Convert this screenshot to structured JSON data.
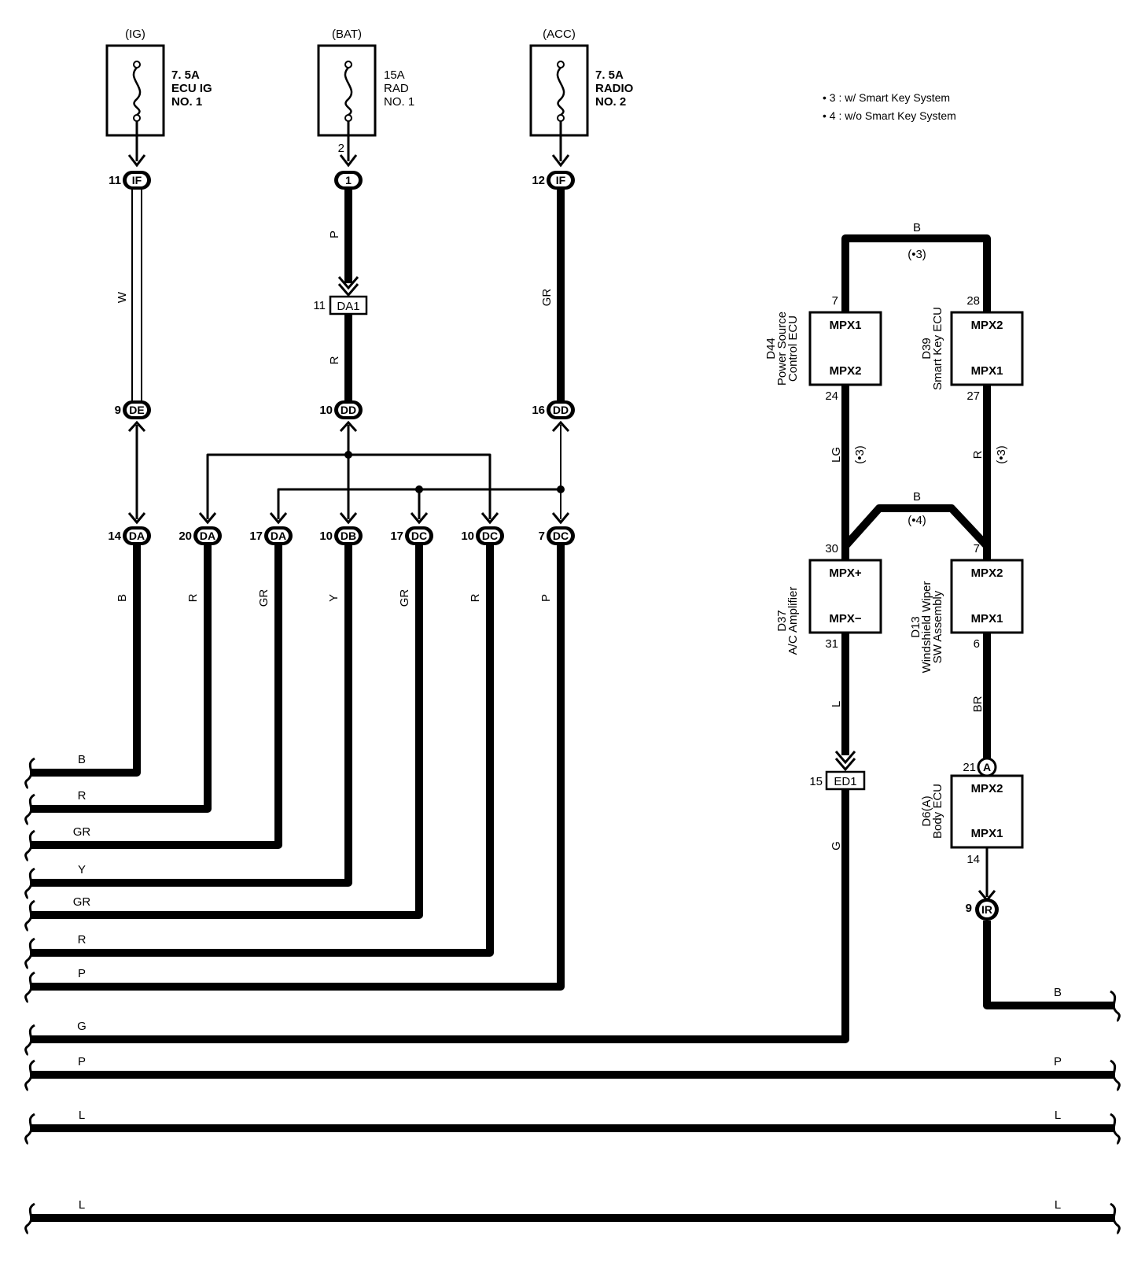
{
  "notes": {
    "line1": "• 3 : w/ Smart Key System",
    "line2": "• 4 : w/o Smart Key System"
  },
  "fuses": [
    {
      "source": "(IG)",
      "amp": "7. 5A",
      "name1": "ECU IG",
      "name2": "NO. 1"
    },
    {
      "source": "(BAT)",
      "amp": "15A",
      "name1": "RAD",
      "name2": "NO. 1"
    },
    {
      "source": "(ACC)",
      "amp": "7. 5A",
      "name1": "RADIO",
      "name2": "NO. 2"
    }
  ],
  "top_connectors": [
    {
      "pin": "11",
      "code": "IF"
    },
    {
      "pin": "2",
      "code": "1"
    },
    {
      "pin": "12",
      "code": "IF"
    }
  ],
  "inline_connectors": {
    "da1": {
      "pin": "11",
      "code": "DA1"
    },
    "ed1": {
      "pin": "15",
      "code": "ED1"
    }
  },
  "mid_connectors": [
    {
      "pin": "9",
      "code": "DE"
    },
    {
      "pin": "10",
      "code": "DD"
    },
    {
      "pin": "16",
      "code": "DD"
    }
  ],
  "bottom_connectors": [
    {
      "pin": "14",
      "code": "DA",
      "wire": "B"
    },
    {
      "pin": "20",
      "code": "DA",
      "wire": "R"
    },
    {
      "pin": "17",
      "code": "DA",
      "wire": "GR"
    },
    {
      "pin": "10",
      "code": "DB",
      "wire": "Y"
    },
    {
      "pin": "17",
      "code": "DC",
      "wire": "GR"
    },
    {
      "pin": "10",
      "code": "DC",
      "wire": "R"
    },
    {
      "pin": "7",
      "code": "DC",
      "wire": "P"
    }
  ],
  "upper_wire_colors": {
    "ig": "W",
    "bat_upper": "P",
    "bat_lower": "R",
    "acc": "GR"
  },
  "left_bus_labels": [
    "B",
    "R",
    "GR",
    "Y",
    "GR",
    "R",
    "P",
    "G",
    "P",
    "L",
    "L"
  ],
  "right_bus_labels": [
    "B",
    "P",
    "L",
    "L"
  ],
  "ecus": {
    "d44": {
      "code": "D44",
      "name1": "Power Source",
      "name2": "Control ECU",
      "top": "MPX1",
      "bottom": "MPX2",
      "pin_top": "7",
      "pin_bottom": "24"
    },
    "d39": {
      "code": "D39",
      "name1": "Smart Key ECU",
      "top": "MPX2",
      "bottom": "MPX1",
      "pin_top": "28",
      "pin_bottom": "27"
    },
    "d37": {
      "code": "D37",
      "name1": "A/C Amplifier",
      "top": "MPX+",
      "bottom": "MPX−",
      "pin_top": "30",
      "pin_bottom": "31"
    },
    "d13": {
      "code": "D13",
      "name1": "Windshield Wiper",
      "name2": "SW Assembly",
      "top": "MPX2",
      "bottom": "MPX1",
      "pin_top": "7",
      "pin_bottom": "6"
    },
    "d6": {
      "code": "D6(A)",
      "name1": "Body ECU",
      "top": "MPX2",
      "bottom": "MPX1",
      "pin_top": "21",
      "pin_bottom": "14",
      "conn": "A"
    }
  },
  "right_wires": {
    "top_b": "B",
    "top_note": "(•3)",
    "lg": "LG",
    "lg_note": "(•3)",
    "r": "R",
    "r_note": "(•3)",
    "mid_b": "B",
    "mid_note": "(•4)",
    "l": "L",
    "g": "G",
    "br": "BR"
  },
  "ir_connector": {
    "pin": "9",
    "code": "IR"
  }
}
